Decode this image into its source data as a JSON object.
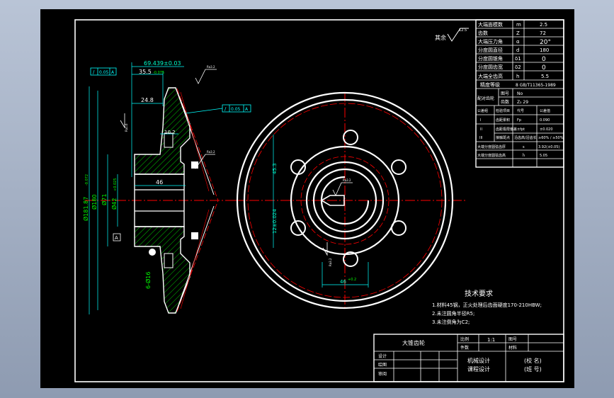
{
  "colors": {
    "viewport_bg": "#000000",
    "frame": "#ffffff",
    "dim": "#00ffff",
    "hatch": "#00ff00",
    "center": "#ff0000",
    "dimtext": "#00ffcc"
  },
  "roughness_note": {
    "label": "其余",
    "value": "12.5"
  },
  "param_table": {
    "rows": [
      {
        "name": "大端面模数",
        "symbol": "m",
        "value": "2.5"
      },
      {
        "name": "齿数",
        "symbol": "Z",
        "value": "72"
      },
      {
        "name": "大端压力角",
        "symbol": "α",
        "value": "20°"
      },
      {
        "name": "分度圆直径",
        "symbol": "d",
        "value": "180"
      },
      {
        "name": "分度圆锥角",
        "symbol": "δ1",
        "value": "0"
      },
      {
        "name": "分度圆齿宽",
        "symbol": "δ2",
        "value": "0"
      },
      {
        "name": "大端全齿高",
        "symbol": "h",
        "value": "5.5"
      }
    ],
    "precision_label": "精度等级",
    "precision_value": "8 GB/T11365-1989",
    "mate_label": "配对齿轮",
    "mate_rows": [
      {
        "name": "图号",
        "value": "No"
      },
      {
        "name": "齿数",
        "value": "Z₂ 29"
      }
    ],
    "inspection_rows": [
      {
        "group": "公差组",
        "item": "检验项目",
        "code": "代号",
        "value": "公差值"
      },
      {
        "group": "I",
        "item": "齿距累积",
        "code": "Fp",
        "value": "0.090"
      },
      {
        "group": "II",
        "item": "齿距极限偏差",
        "code": "±fpt",
        "value": "±0.020"
      },
      {
        "group": "III",
        "item": "接触斑点",
        "code": "沿齿高/沿齿长",
        "value": "≥60% / ≥50%"
      },
      {
        "group": "",
        "item": "大端分度圆弦齿厚",
        "code": "s",
        "value": "3.92(±0.05)"
      },
      {
        "group": "",
        "item": "大端分度圆弦齿高",
        "code": "h̄",
        "value": "5.05"
      }
    ]
  },
  "tech_requirements": {
    "title": "技术要求",
    "items": [
      "1.材料45钢，正火处理后齿面硬度170-210HBW;",
      "2.未注圆角半径R5;",
      "3.未注倒角为C2;"
    ]
  },
  "title_block": {
    "part_name": "大锥齿轮",
    "ratio_label": "比例",
    "ratio_value": "1:1",
    "drawing_no_label": "图号",
    "qty_label": "件数",
    "material_label": "材料",
    "left_rows": [
      "设计",
      "绘图",
      "审阅"
    ],
    "course_title": "机械设计",
    "course_sub": "课程设计",
    "school": "(校 名)",
    "class_no": "(班 号)"
  },
  "dimensions": {
    "face_width": "69.439±0.03",
    "d_35_5": "35.5",
    "d_35_5_tol": "-0.075",
    "d_24_8": "24.8",
    "d_10_2": "10.2",
    "d_46": "46",
    "od_181": "Ø181.87",
    "od_tol": "-0.072",
    "d_180": "Ø180",
    "d_71": "Ø71",
    "d_42": "Ø42",
    "d_42_tol": "+0.025",
    "holes": "6-Ø16",
    "keyway_w": "12±0.024",
    "keyway_h": "45.3",
    "bolt_pcd": "46",
    "bolt_pcd_tol": "+0.2",
    "runout_1": "0.05",
    "runout_1_ref": "A",
    "runout_2": "0.05",
    "runout_2_ref": "A",
    "datum": "A",
    "ra_1": "Ra3.2",
    "ra_2": "Ra1.6",
    "ra_3": "Ra3.2",
    "ra_4": "Ra3.2",
    "ra_5": "Ra3.2"
  }
}
